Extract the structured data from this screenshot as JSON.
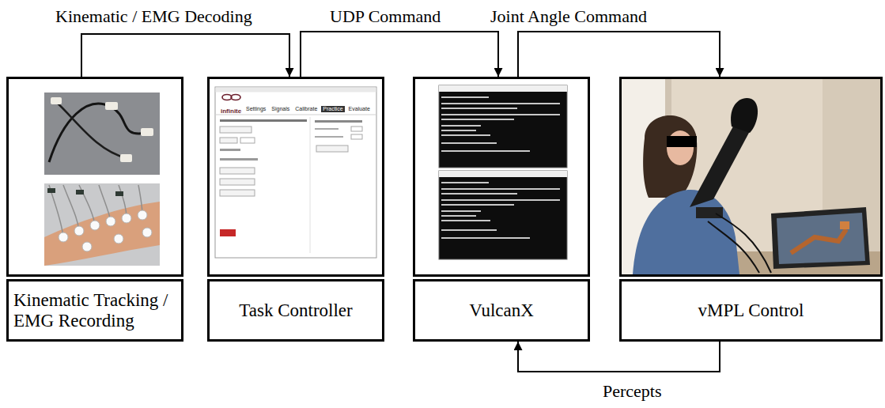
{
  "diagram": {
    "nodes": [
      {
        "text": [
          "Kinematic Tracking / EMG Recording"
        ]
      },
      {
        "text": [
          "Task Controller"
        ]
      },
      {
        "text": [
          "VulcanX"
        ]
      },
      {
        "text": [
          "vMPL Control"
        ]
      }
    ],
    "edges": [
      {
        "from": 0,
        "to": 1,
        "arrow": "to",
        "label": "Kinematic / EMG Decoding"
      },
      {
        "from": 1,
        "to": 2,
        "arrow": "to",
        "label": "UDP Command"
      },
      {
        "from": 2,
        "to": 3,
        "arrow": "to",
        "label": "Joint Angle Command"
      },
      {
        "from": 3,
        "to": 2,
        "arrow": "to",
        "label": "Percepts"
      }
    ],
    "labels": [
      "infinite",
      "Settings",
      "Signals",
      "Calibrate",
      "Practice",
      "Evaluate"
    ]
  }
}
